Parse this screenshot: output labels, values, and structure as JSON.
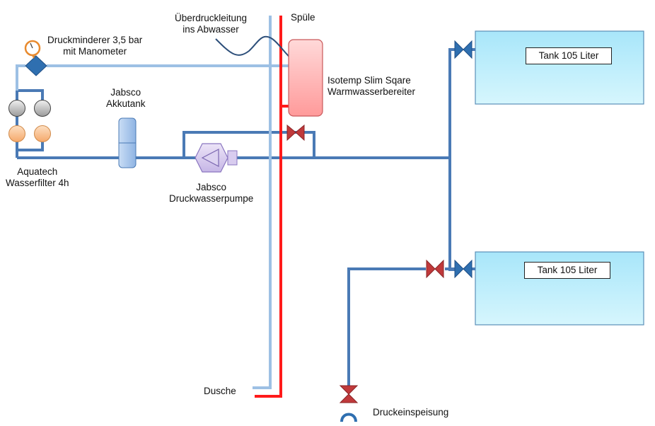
{
  "labels": {
    "pressure_reducer": [
      "Druckminderer 3,5 bar",
      "mit Manometer"
    ],
    "overflow_line": [
      "Überdruckleitung",
      "ins Abwasser"
    ],
    "sink": "Spüle",
    "water_heater": [
      "Isotemp Slim Sqare",
      "Warmwasserbereiter"
    ],
    "accumulator": [
      "Jabsco",
      "Akkutank"
    ],
    "filter": [
      "Aquatech",
      "Wasserfilter 4h"
    ],
    "pump": [
      "Jabsco",
      "Druckwasserpumpe"
    ],
    "shower": "Dusche",
    "pressure_inlet": "Druckeinspeisung"
  },
  "tanks": [
    {
      "label": "Tank 105 Liter"
    },
    {
      "label": "Tank 105 Liter"
    }
  ],
  "colors": {
    "cold_pipe": "#4a7ab5",
    "light_pipe": "#9dc0e4",
    "hot_pipe": "#ff1a1a",
    "tank_fill": "#b8ecfb",
    "tank_border": "#5b8fb8",
    "heater_fill": "#ffb3b3",
    "valve_blue": "#2f6fb0",
    "valve_red": "#c0393b",
    "gauge": "#e88a2e"
  }
}
